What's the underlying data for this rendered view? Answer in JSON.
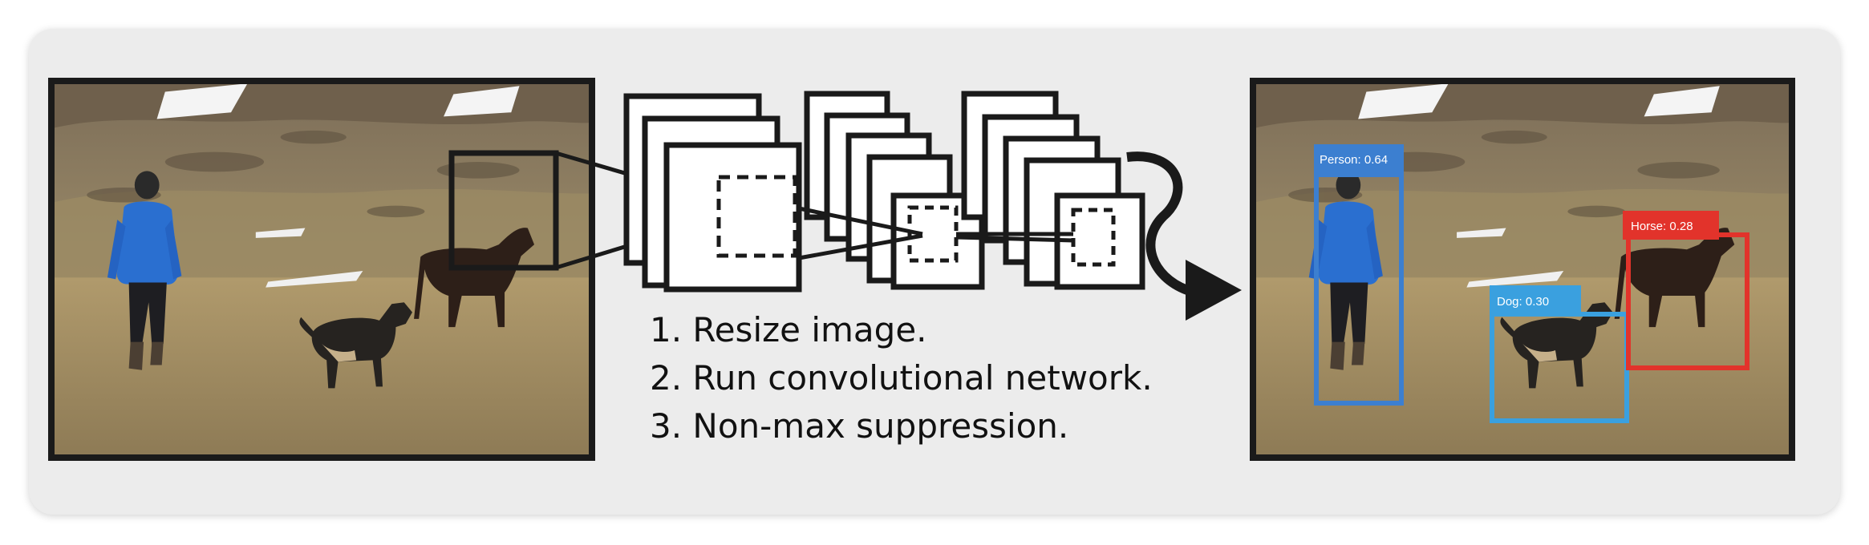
{
  "steps": [
    "1. Resize image.",
    "2. Run convolutional network.",
    "3. Non-max suppression."
  ],
  "detections": [
    {
      "label": "Person: 0.64",
      "color": "#3c7fd0"
    },
    {
      "label": "Dog: 0.30",
      "color": "#3aa0df"
    },
    {
      "label": "Horse: 0.28",
      "color": "#e2332b"
    }
  ],
  "colors": {
    "card_bg": "#ececec",
    "frame": "#1a1a1a",
    "person_box": "#3c7fd0",
    "dog_box": "#3aa0df",
    "horse_box": "#e2332b"
  }
}
